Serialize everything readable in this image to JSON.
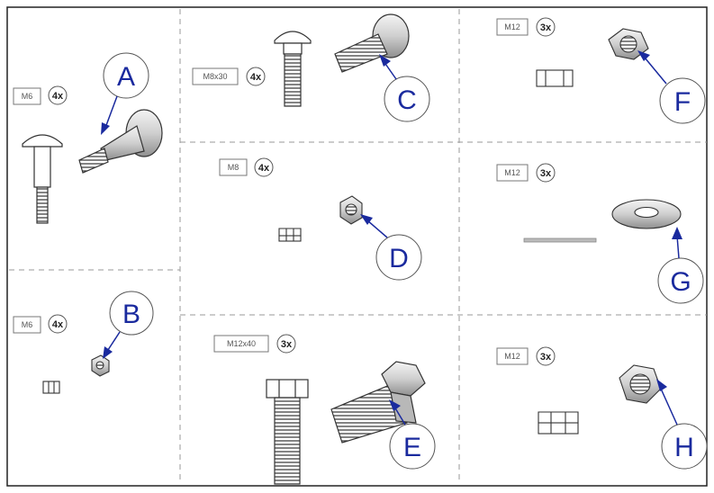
{
  "parts": [
    {
      "letter": "A",
      "size": "M6",
      "qty": "4x"
    },
    {
      "letter": "B",
      "size": "M6",
      "qty": "4x"
    },
    {
      "letter": "C",
      "size": "M8x30",
      "qty": "4x"
    },
    {
      "letter": "D",
      "size": "M8",
      "qty": "4x"
    },
    {
      "letter": "E",
      "size": "M12x40",
      "qty": "3x"
    },
    {
      "letter": "F",
      "size": "M12",
      "qty": "3x"
    },
    {
      "letter": "G",
      "size": "M12",
      "qty": "3x"
    },
    {
      "letter": "H",
      "size": "M12",
      "qty": "3x"
    }
  ],
  "colors": {
    "callout": "#1a2a9e",
    "line": "#444444",
    "dash": "#9a9a9a"
  }
}
